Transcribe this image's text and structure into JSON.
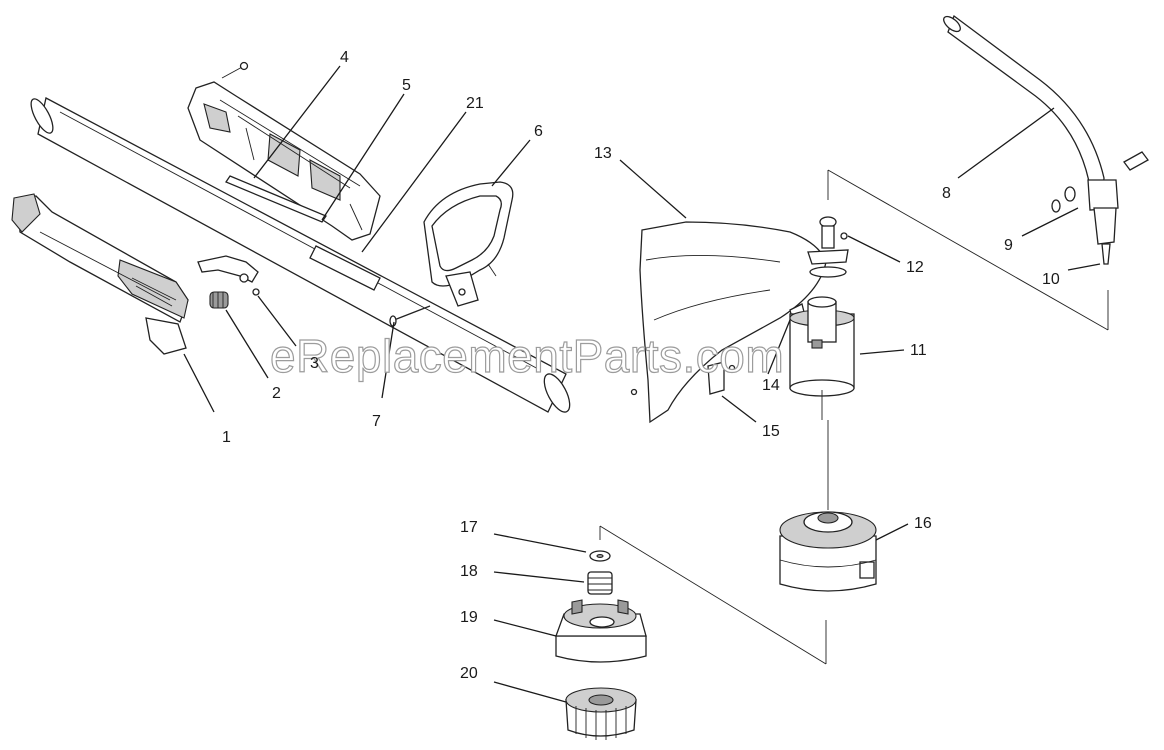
{
  "diagram": {
    "watermark": "eReplacementParts.com",
    "callouts": {
      "c1": "1",
      "c2": "2",
      "c3": "3",
      "c4": "4",
      "c5": "5",
      "c6": "6",
      "c7": "7",
      "c8": "8",
      "c9": "9",
      "c10": "10",
      "c11": "11",
      "c12": "12",
      "c13": "13",
      "c14": "14",
      "c15": "15",
      "c16": "16",
      "c17": "17",
      "c18": "18",
      "c19": "19",
      "c20": "20",
      "c21": "21"
    }
  }
}
